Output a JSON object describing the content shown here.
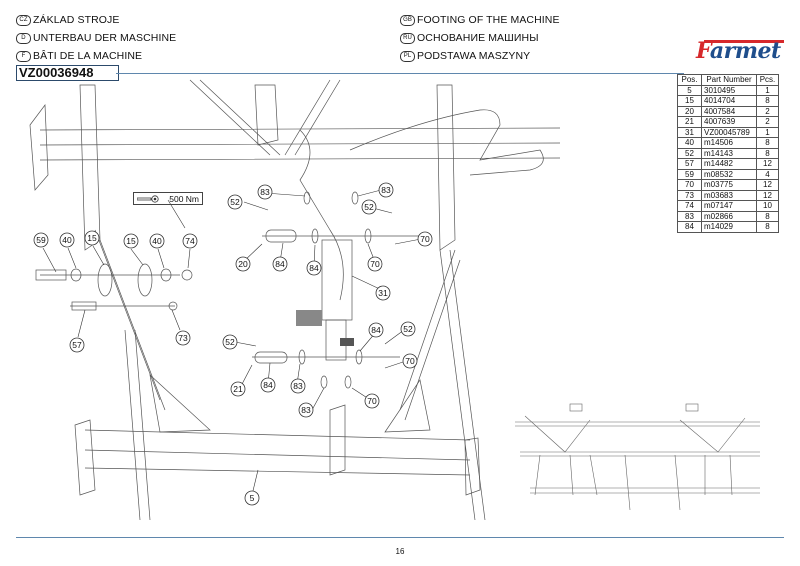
{
  "header": {
    "titles": [
      {
        "lang": "CZ",
        "text": "ZÁKLAD STROJE"
      },
      {
        "lang": "D",
        "text": "UNTERBAU DER MASCHINE"
      },
      {
        "lang": "F",
        "text": "BÂTI DE LA MACHINE"
      },
      {
        "lang": "GB",
        "text": "FOOTING OF THE MACHINE"
      },
      {
        "lang": "RU",
        "text": "ОСНОВАНИЕ МАШИНЫ"
      },
      {
        "lang": "PL",
        "text": "PODSTAWA MASZYNY"
      }
    ],
    "assembly_code": "VZ00036948",
    "logo_text": "Farmet",
    "brand_colors": {
      "red": "#d6282b",
      "blue": "#1f4e8c",
      "rule": "#5f87ad"
    }
  },
  "parts_table": {
    "columns": [
      "Pos.",
      "Part Number",
      "Pcs."
    ],
    "rows": [
      {
        "pos": "5",
        "part_number": "3010495",
        "pcs": "1"
      },
      {
        "pos": "15",
        "part_number": "4014704",
        "pcs": "8"
      },
      {
        "pos": "20",
        "part_number": "4007584",
        "pcs": "2"
      },
      {
        "pos": "21",
        "part_number": "4007639",
        "pcs": "2"
      },
      {
        "pos": "31",
        "part_number": "VZ00045789",
        "pcs": "1"
      },
      {
        "pos": "40",
        "part_number": "m14506",
        "pcs": "8"
      },
      {
        "pos": "52",
        "part_number": "m14143",
        "pcs": "8"
      },
      {
        "pos": "57",
        "part_number": "m14482",
        "pcs": "12"
      },
      {
        "pos": "59",
        "part_number": "m08532",
        "pcs": "4"
      },
      {
        "pos": "70",
        "part_number": "m03775",
        "pcs": "12"
      },
      {
        "pos": "73",
        "part_number": "m03683",
        "pcs": "12"
      },
      {
        "pos": "74",
        "part_number": "m07147",
        "pcs": "10"
      },
      {
        "pos": "83",
        "part_number": "m02866",
        "pcs": "8"
      },
      {
        "pos": "84",
        "part_number": "m14029",
        "pcs": "8"
      }
    ]
  },
  "torque_note": {
    "icon": "wrench-icon",
    "value": "500 Nm"
  },
  "callouts": [
    "59",
    "40",
    "15",
    "15",
    "40",
    "74",
    "57",
    "73",
    "52",
    "83",
    "83",
    "52",
    "70",
    "20",
    "84",
    "84",
    "70",
    "31",
    "52",
    "84",
    "52",
    "70",
    "21",
    "84",
    "83",
    "83",
    "70",
    "5"
  ],
  "footer": {
    "page_number": "16"
  }
}
